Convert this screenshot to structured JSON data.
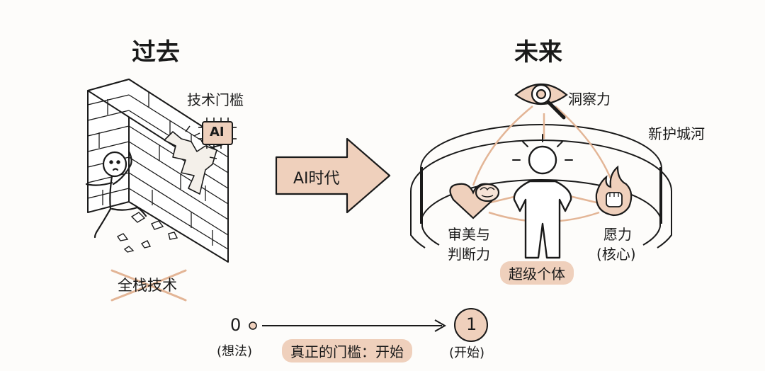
{
  "past": {
    "title": "过去",
    "barrier_label": "技术门槛",
    "chip_text": "AI",
    "struck_label": "全栈技术"
  },
  "transition": {
    "arrow_label": "AI时代"
  },
  "future": {
    "title": "未来",
    "insight_label": "洞察力",
    "moat_label": "新护城河",
    "aesthetics_label_line1": "审美与",
    "aesthetics_label_line2": "判断力",
    "will_label_line1": "愿力",
    "will_label_line2": "(核心)",
    "super_individual_label": "超级个体"
  },
  "timeline": {
    "start_value": "0",
    "start_caption": "(想法)",
    "middle_label": "真正的门槛：开始",
    "end_value": "1",
    "end_caption": "(开始)"
  },
  "colors": {
    "accent_fill": "#efd0bc",
    "accent_line": "#e3b596",
    "ink": "#1a1a1a"
  }
}
